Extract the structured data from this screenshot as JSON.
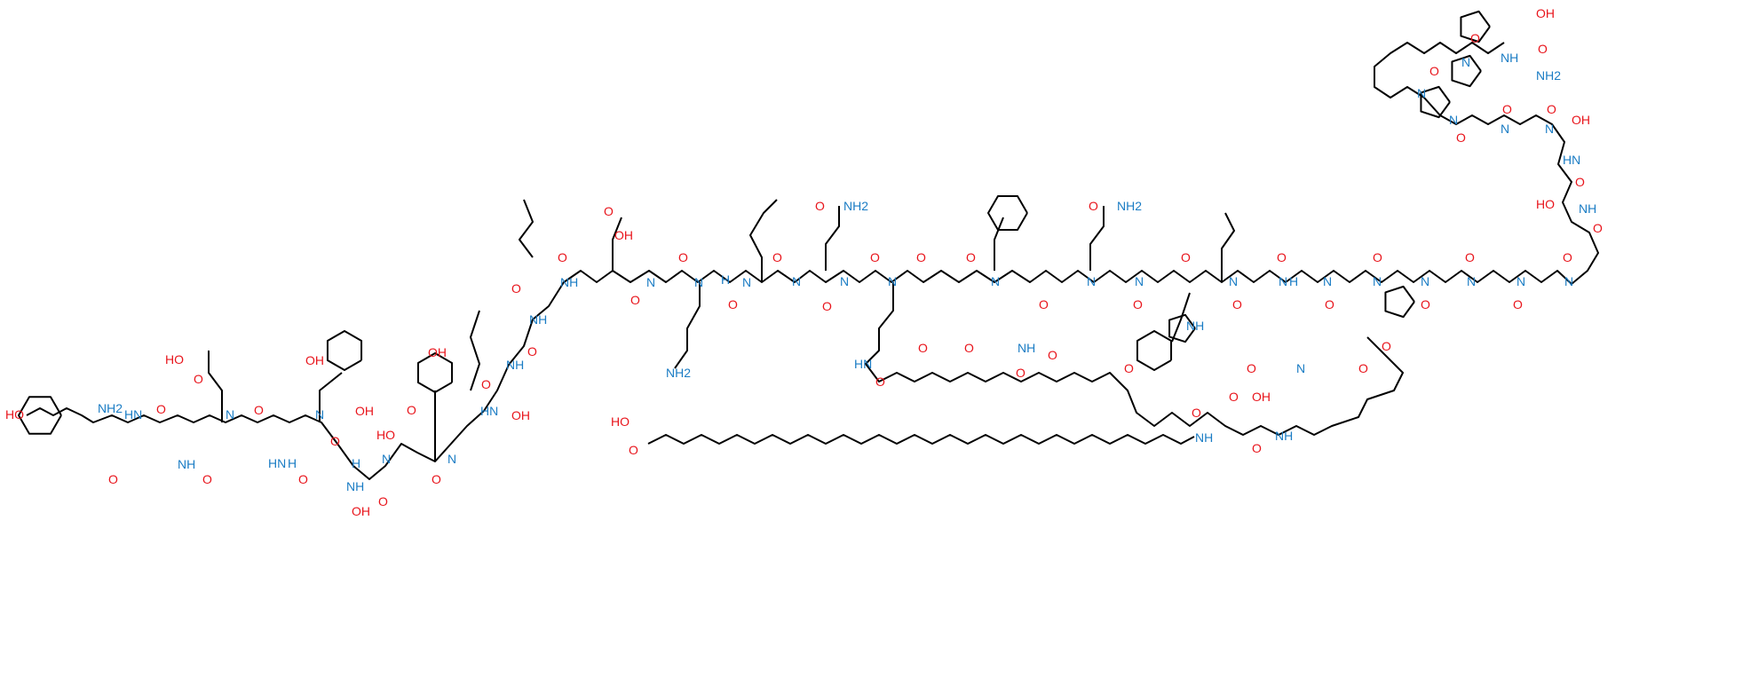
{
  "atom_labels": {
    "O": "O",
    "N": "N",
    "H": "H",
    "NH": "NH",
    "HN": "HN",
    "OH": "OH",
    "HO": "HO",
    "NH2": "NH2"
  },
  "colors": {
    "oxygen": "#e8141b",
    "nitrogen": "#1a7cc4",
    "bond": "#000000"
  }
}
